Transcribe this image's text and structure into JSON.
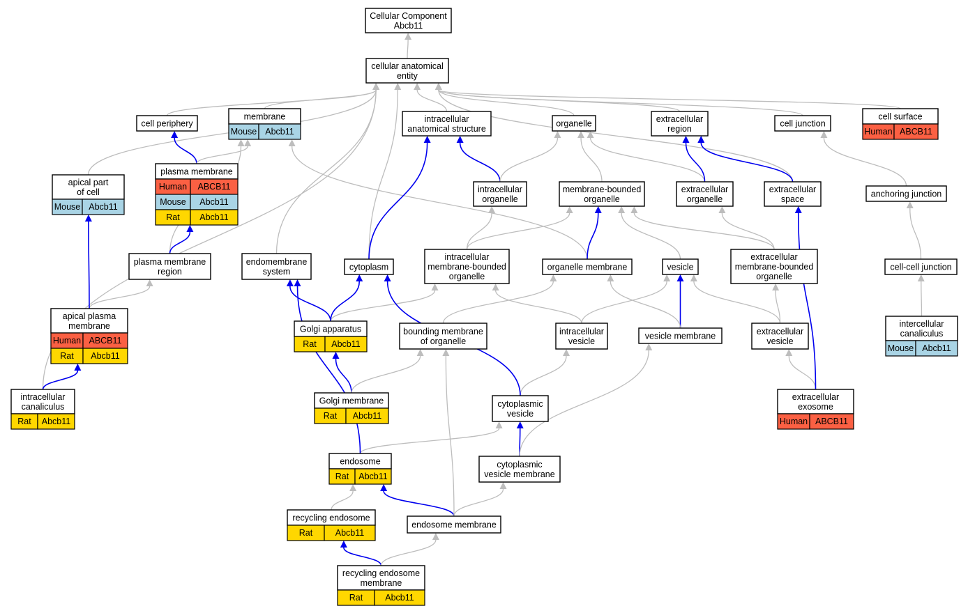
{
  "colors": {
    "human": "#fb6043",
    "mouse": "#a9d4e5",
    "rat": "#ffd700",
    "is_a_edge": "#bdbdbd",
    "part_of_edge": "#0000ee"
  },
  "nodes": {
    "root": {
      "lines": [
        "Cellular Component",
        "Abcb11"
      ],
      "annotations": []
    },
    "cae": {
      "lines": [
        "cellular anatomical",
        "entity"
      ],
      "annotations": []
    },
    "cell_periphery": {
      "lines": [
        "cell periphery"
      ],
      "annotations": []
    },
    "membrane": {
      "lines": [
        "membrane"
      ],
      "annotations": [
        {
          "species": "Mouse",
          "gene": "Abcb11",
          "kind": "mouse"
        }
      ]
    },
    "ias": {
      "lines": [
        "intracellular",
        "anatomical structure"
      ],
      "annotations": []
    },
    "organelle": {
      "lines": [
        "organelle"
      ],
      "annotations": []
    },
    "extracellular_region": {
      "lines": [
        "extracellular",
        "region"
      ],
      "annotations": []
    },
    "cell_junction": {
      "lines": [
        "cell junction"
      ],
      "annotations": []
    },
    "cell_surface": {
      "lines": [
        "cell surface"
      ],
      "annotations": [
        {
          "species": "Human",
          "gene": "ABCB11",
          "kind": "human"
        }
      ]
    },
    "apical_part": {
      "lines": [
        "apical part",
        "of cell"
      ],
      "annotations": [
        {
          "species": "Mouse",
          "gene": "Abcb11",
          "kind": "mouse"
        }
      ]
    },
    "plasma_membrane": {
      "lines": [
        "plasma membrane"
      ],
      "annotations": [
        {
          "species": "Human",
          "gene": "ABCB11",
          "kind": "human"
        },
        {
          "species": "Mouse",
          "gene": "Abcb11",
          "kind": "mouse"
        },
        {
          "species": "Rat",
          "gene": "Abcb11",
          "kind": "rat"
        }
      ]
    },
    "intracellular_organelle": {
      "lines": [
        "intracellular",
        "organelle"
      ],
      "annotations": []
    },
    "mbo": {
      "lines": [
        "membrane-bounded",
        "organelle"
      ],
      "annotations": []
    },
    "extracellular_organelle": {
      "lines": [
        "extracellular",
        "organelle"
      ],
      "annotations": []
    },
    "extracellular_space": {
      "lines": [
        "extracellular",
        "space"
      ],
      "annotations": []
    },
    "anchoring_junction": {
      "lines": [
        "anchoring junction"
      ],
      "annotations": []
    },
    "pm_region": {
      "lines": [
        "plasma membrane",
        "region"
      ],
      "annotations": []
    },
    "endomembrane": {
      "lines": [
        "endomembrane",
        "system"
      ],
      "annotations": []
    },
    "cytoplasm": {
      "lines": [
        "cytoplasm"
      ],
      "annotations": []
    },
    "imbo": {
      "lines": [
        "intracellular",
        "membrane-bounded",
        "organelle"
      ],
      "annotations": []
    },
    "organelle_membrane": {
      "lines": [
        "organelle membrane"
      ],
      "annotations": []
    },
    "vesicle": {
      "lines": [
        "vesicle"
      ],
      "annotations": []
    },
    "embo": {
      "lines": [
        "extracellular",
        "membrane-bounded",
        "organelle"
      ],
      "annotations": []
    },
    "cell_cell_junction": {
      "lines": [
        "cell-cell junction"
      ],
      "annotations": []
    },
    "apical_pm": {
      "lines": [
        "apical plasma",
        "membrane"
      ],
      "annotations": [
        {
          "species": "Human",
          "gene": "ABCB11",
          "kind": "human"
        },
        {
          "species": "Rat",
          "gene": "Abcb11",
          "kind": "rat"
        }
      ]
    },
    "golgi": {
      "lines": [
        "Golgi apparatus"
      ],
      "annotations": [
        {
          "species": "Rat",
          "gene": "Abcb11",
          "kind": "rat"
        }
      ]
    },
    "bounding_membrane": {
      "lines": [
        "bounding membrane",
        "of organelle"
      ],
      "annotations": []
    },
    "intracellular_vesicle": {
      "lines": [
        "intracellular",
        "vesicle"
      ],
      "annotations": []
    },
    "vesicle_membrane": {
      "lines": [
        "vesicle membrane"
      ],
      "annotations": []
    },
    "extracellular_vesicle": {
      "lines": [
        "extracellular",
        "vesicle"
      ],
      "annotations": []
    },
    "intercellular_canaliculus": {
      "lines": [
        "intercellular",
        "canaliculus"
      ],
      "annotations": [
        {
          "species": "Mouse",
          "gene": "Abcb11",
          "kind": "mouse"
        }
      ]
    },
    "intracellular_canaliculus": {
      "lines": [
        "intracellular",
        "canaliculus"
      ],
      "annotations": [
        {
          "species": "Rat",
          "gene": "Abcb11",
          "kind": "rat"
        }
      ]
    },
    "golgi_membrane": {
      "lines": [
        "Golgi membrane"
      ],
      "annotations": [
        {
          "species": "Rat",
          "gene": "Abcb11",
          "kind": "rat"
        }
      ]
    },
    "cytoplasmic_vesicle": {
      "lines": [
        "cytoplasmic",
        "vesicle"
      ],
      "annotations": []
    },
    "extracellular_exosome": {
      "lines": [
        "extracellular",
        "exosome"
      ],
      "annotations": [
        {
          "species": "Human",
          "gene": "ABCB11",
          "kind": "human"
        }
      ]
    },
    "endosome": {
      "lines": [
        "endosome"
      ],
      "annotations": [
        {
          "species": "Rat",
          "gene": "Abcb11",
          "kind": "rat"
        }
      ]
    },
    "cv_membrane": {
      "lines": [
        "cytoplasmic",
        "vesicle membrane"
      ],
      "annotations": []
    },
    "recycling_endosome": {
      "lines": [
        "recycling endosome"
      ],
      "annotations": [
        {
          "species": "Rat",
          "gene": "Abcb11",
          "kind": "rat"
        }
      ]
    },
    "endosome_membrane": {
      "lines": [
        "endosome membrane"
      ],
      "annotations": []
    },
    "re_membrane": {
      "lines": [
        "recycling endosome",
        "membrane"
      ],
      "annotations": [
        {
          "species": "Rat",
          "gene": "Abcb11",
          "kind": "rat"
        }
      ]
    }
  },
  "edges": [
    {
      "from": "cae",
      "to": "root",
      "kind": "is_a"
    },
    {
      "from": "cell_periphery",
      "to": "cae",
      "kind": "is_a"
    },
    {
      "from": "membrane",
      "to": "cae",
      "kind": "is_a"
    },
    {
      "from": "ias",
      "to": "cae",
      "kind": "is_a"
    },
    {
      "from": "organelle",
      "to": "cae",
      "kind": "is_a"
    },
    {
      "from": "extracellular_region",
      "to": "cae",
      "kind": "is_a"
    },
    {
      "from": "cell_junction",
      "to": "cae",
      "kind": "is_a"
    },
    {
      "from": "cell_surface",
      "to": "cae",
      "kind": "is_a"
    },
    {
      "from": "apical_part",
      "to": "cae",
      "kind": "is_a"
    },
    {
      "from": "intracellular_canaliculus",
      "to": "cae",
      "kind": "is_a"
    },
    {
      "from": "endomembrane",
      "to": "cae",
      "kind": "is_a"
    },
    {
      "from": "cytoplasm",
      "to": "cae",
      "kind": "is_a"
    },
    {
      "from": "extracellular_space",
      "to": "cae",
      "kind": "is_a"
    },
    {
      "from": "plasma_membrane",
      "to": "cell_periphery",
      "kind": "part_of"
    },
    {
      "from": "plasma_membrane",
      "to": "membrane",
      "kind": "is_a"
    },
    {
      "from": "pm_region",
      "to": "membrane",
      "kind": "is_a"
    },
    {
      "from": "organelle_membrane",
      "to": "membrane",
      "kind": "is_a"
    },
    {
      "from": "pm_region",
      "to": "plasma_membrane",
      "kind": "part_of"
    },
    {
      "from": "apical_pm",
      "to": "pm_region",
      "kind": "is_a"
    },
    {
      "from": "apical_pm",
      "to": "apical_part",
      "kind": "part_of"
    },
    {
      "from": "intracellular_canaliculus",
      "to": "apical_pm",
      "kind": "part_of"
    },
    {
      "from": "cytoplasm",
      "to": "ias",
      "kind": "part_of"
    },
    {
      "from": "intracellular_organelle",
      "to": "ias",
      "kind": "part_of"
    },
    {
      "from": "intracellular_organelle",
      "to": "organelle",
      "kind": "is_a"
    },
    {
      "from": "mbo",
      "to": "organelle",
      "kind": "is_a"
    },
    {
      "from": "extracellular_organelle",
      "to": "organelle",
      "kind": "is_a"
    },
    {
      "from": "extracellular_organelle",
      "to": "extracellular_region",
      "kind": "part_of"
    },
    {
      "from": "extracellular_space",
      "to": "extracellular_region",
      "kind": "part_of"
    },
    {
      "from": "anchoring_junction",
      "to": "cell_junction",
      "kind": "is_a"
    },
    {
      "from": "cell_cell_junction",
      "to": "anchoring_junction",
      "kind": "is_a"
    },
    {
      "from": "intercellular_canaliculus",
      "to": "cell_cell_junction",
      "kind": "is_a"
    },
    {
      "from": "imbo",
      "to": "intracellular_organelle",
      "kind": "is_a"
    },
    {
      "from": "imbo",
      "to": "mbo",
      "kind": "is_a"
    },
    {
      "from": "organelle_membrane",
      "to": "mbo",
      "kind": "part_of"
    },
    {
      "from": "vesicle",
      "to": "mbo",
      "kind": "is_a"
    },
    {
      "from": "embo",
      "to": "mbo",
      "kind": "is_a"
    },
    {
      "from": "embo",
      "to": "extracellular_organelle",
      "kind": "is_a"
    },
    {
      "from": "golgi",
      "to": "imbo",
      "kind": "is_a"
    },
    {
      "from": "golgi",
      "to": "cytoplasm",
      "kind": "part_of"
    },
    {
      "from": "golgi",
      "to": "endomembrane",
      "kind": "part_of"
    },
    {
      "from": "bounding_membrane",
      "to": "organelle_membrane",
      "kind": "is_a"
    },
    {
      "from": "intracellular_vesicle",
      "to": "imbo",
      "kind": "is_a"
    },
    {
      "from": "intracellular_vesicle",
      "to": "vesicle",
      "kind": "is_a"
    },
    {
      "from": "vesicle_membrane",
      "to": "vesicle",
      "kind": "part_of"
    },
    {
      "from": "vesicle_membrane",
      "to": "organelle_membrane",
      "kind": "is_a"
    },
    {
      "from": "extracellular_vesicle",
      "to": "vesicle",
      "kind": "is_a"
    },
    {
      "from": "extracellular_vesicle",
      "to": "embo",
      "kind": "is_a"
    },
    {
      "from": "golgi_membrane",
      "to": "golgi",
      "kind": "part_of"
    },
    {
      "from": "golgi_membrane",
      "to": "bounding_membrane",
      "kind": "is_a"
    },
    {
      "from": "cytoplasmic_vesicle",
      "to": "intracellular_vesicle",
      "kind": "is_a"
    },
    {
      "from": "cytoplasmic_vesicle",
      "to": "cytoplasm",
      "kind": "part_of"
    },
    {
      "from": "extracellular_exosome",
      "to": "extracellular_vesicle",
      "kind": "is_a"
    },
    {
      "from": "extracellular_exosome",
      "to": "extracellular_space",
      "kind": "part_of"
    },
    {
      "from": "endosome",
      "to": "cytoplasmic_vesicle",
      "kind": "is_a"
    },
    {
      "from": "endosome",
      "to": "endomembrane",
      "kind": "part_of"
    },
    {
      "from": "cv_membrane",
      "to": "cytoplasmic_vesicle",
      "kind": "part_of"
    },
    {
      "from": "cv_membrane",
      "to": "vesicle_membrane",
      "kind": "is_a"
    },
    {
      "from": "recycling_endosome",
      "to": "endosome",
      "kind": "is_a"
    },
    {
      "from": "endosome_membrane",
      "to": "endosome",
      "kind": "part_of"
    },
    {
      "from": "endosome_membrane",
      "to": "cv_membrane",
      "kind": "is_a"
    },
    {
      "from": "endosome_membrane",
      "to": "bounding_membrane",
      "kind": "is_a"
    },
    {
      "from": "re_membrane",
      "to": "recycling_endosome",
      "kind": "part_of"
    },
    {
      "from": "re_membrane",
      "to": "endosome_membrane",
      "kind": "is_a"
    }
  ]
}
